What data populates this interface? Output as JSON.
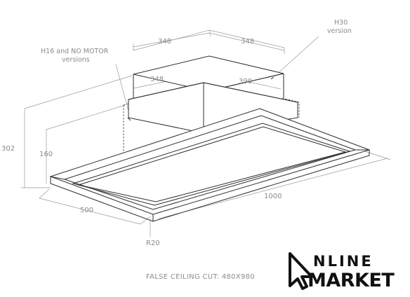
{
  "diagram": {
    "dimensions": {
      "top_width_left": "348",
      "top_width_right": "348",
      "box_width": "348",
      "box_depth": "390",
      "total_height": "302",
      "body_height": "160",
      "depth": "500",
      "length": "1000",
      "radius": "R20"
    },
    "notes": {
      "h16_line1": "H16 and NO MOTOR",
      "h16_line2": "versions",
      "h30_line1": "H30",
      "h30_line2": "version"
    },
    "caption": "FALSE CEILING CUT: 480X980"
  },
  "logo": {
    "line1": "NLINE",
    "line2": "MARKET"
  },
  "colors": {
    "line": "#2e2e2e",
    "dimension_line": "#9a9a9a",
    "text": "#8a8a8a",
    "logo": "#111111"
  }
}
